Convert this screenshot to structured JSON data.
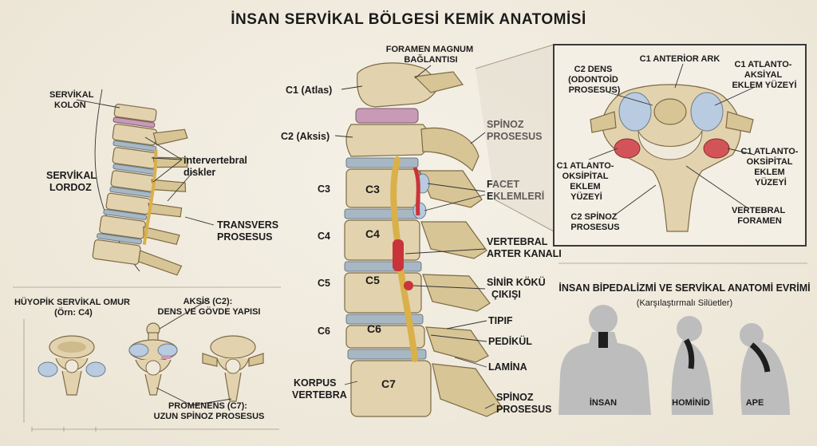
{
  "title": "İNSAN SERVİKAL BÖLGESİ KEMİK ANATOMİSİ",
  "left_panel": {
    "servikal_kolon": [
      "SERVİKAL",
      "KOLON"
    ],
    "servikal_lordoz": [
      "SERVİKAL",
      "LORDOZ"
    ],
    "intervertebral": [
      "intervertebral",
      "diskler"
    ],
    "transvers": [
      "TRANSVERS",
      "PROSESUS"
    ]
  },
  "bottom_left": {
    "tipik": [
      "HÜYOPİK SERVİKAL OMUR",
      "(Örn: C4)"
    ],
    "aksis": [
      "AKSİS (C2):",
      "DENS VE GÖVDE YAPISI"
    ],
    "promenens": [
      "PROMENENS (C7):",
      "UZUN SPİNOZ PROSESUS"
    ]
  },
  "center_left_labels": {
    "c1": "C1 (Atlas)",
    "c2": "C2 (Aksis)",
    "c3": "C3",
    "c4": "C4",
    "c5": "C5",
    "c6": "C6",
    "korpus": [
      "KORPUS",
      "VERTEBRA"
    ]
  },
  "vertebra_body_labels": [
    "C3",
    "C4",
    "C5",
    "C6",
    "C7"
  ],
  "center_right_labels": {
    "foramen": [
      "FORAMEN MAGNUM",
      "BAĞLANTISI"
    ],
    "spinoz_top": [
      "SPİNOZ",
      "PROSESUS"
    ],
    "facet": [
      "FACET",
      "EKLEMLERİ"
    ],
    "vertebral_arter": [
      "VERTEBRAL",
      "ARTER KANALI"
    ],
    "sinir": [
      "SİNİR KÖKÜ",
      "ÇIKIŞI"
    ],
    "tipif": "TIPIF",
    "pedikul": "PEDİKÜL",
    "lamina": "LAMİNA",
    "spinoz_bottom": [
      "SPİNOZ",
      "PROSESUS"
    ]
  },
  "inset": {
    "c2_dens": [
      "C2 DENS",
      "(ODONTOİD",
      "PROSESUS)"
    ],
    "c1_anterior": "C1 ANTERİOR ARK",
    "c1_atlanto_aksiyal": [
      "C1 ATLANTO-",
      "AKSİYAL",
      "EKLEM YÜZEYİ"
    ],
    "c1_oksipital_left": [
      "C1 ATLANTO-",
      "OKSİPİTAL",
      "EKLEM",
      "YÜZEYİ"
    ],
    "c1_oksipital_right": [
      "C1 ATLANTO-",
      "OKSİPİTAL",
      "EKLEM",
      "YÜZEYİ"
    ],
    "c2_spinoz": [
      "C2 SPİNOZ",
      "PROSESUS"
    ],
    "vertebral_foramen": [
      "VERTEBRAL",
      "FORAMEN"
    ]
  },
  "evolution": {
    "title": "İNSAN BİPEDALİZMİ VE SERVİKAL ANATOMİ EVRİMİ",
    "subtitle": "(Karşılaştırmalı Silüetler)",
    "figures": [
      "İNSAN",
      "HOMİNİD",
      "APE"
    ]
  },
  "colors": {
    "bone": "#e2d3ae",
    "disc": "#a7b7c4",
    "artery": "#c9343a",
    "nerve": "#d9b04a",
    "cartilage": "#b8cbe0",
    "silhouette": "#bdbdbd"
  }
}
